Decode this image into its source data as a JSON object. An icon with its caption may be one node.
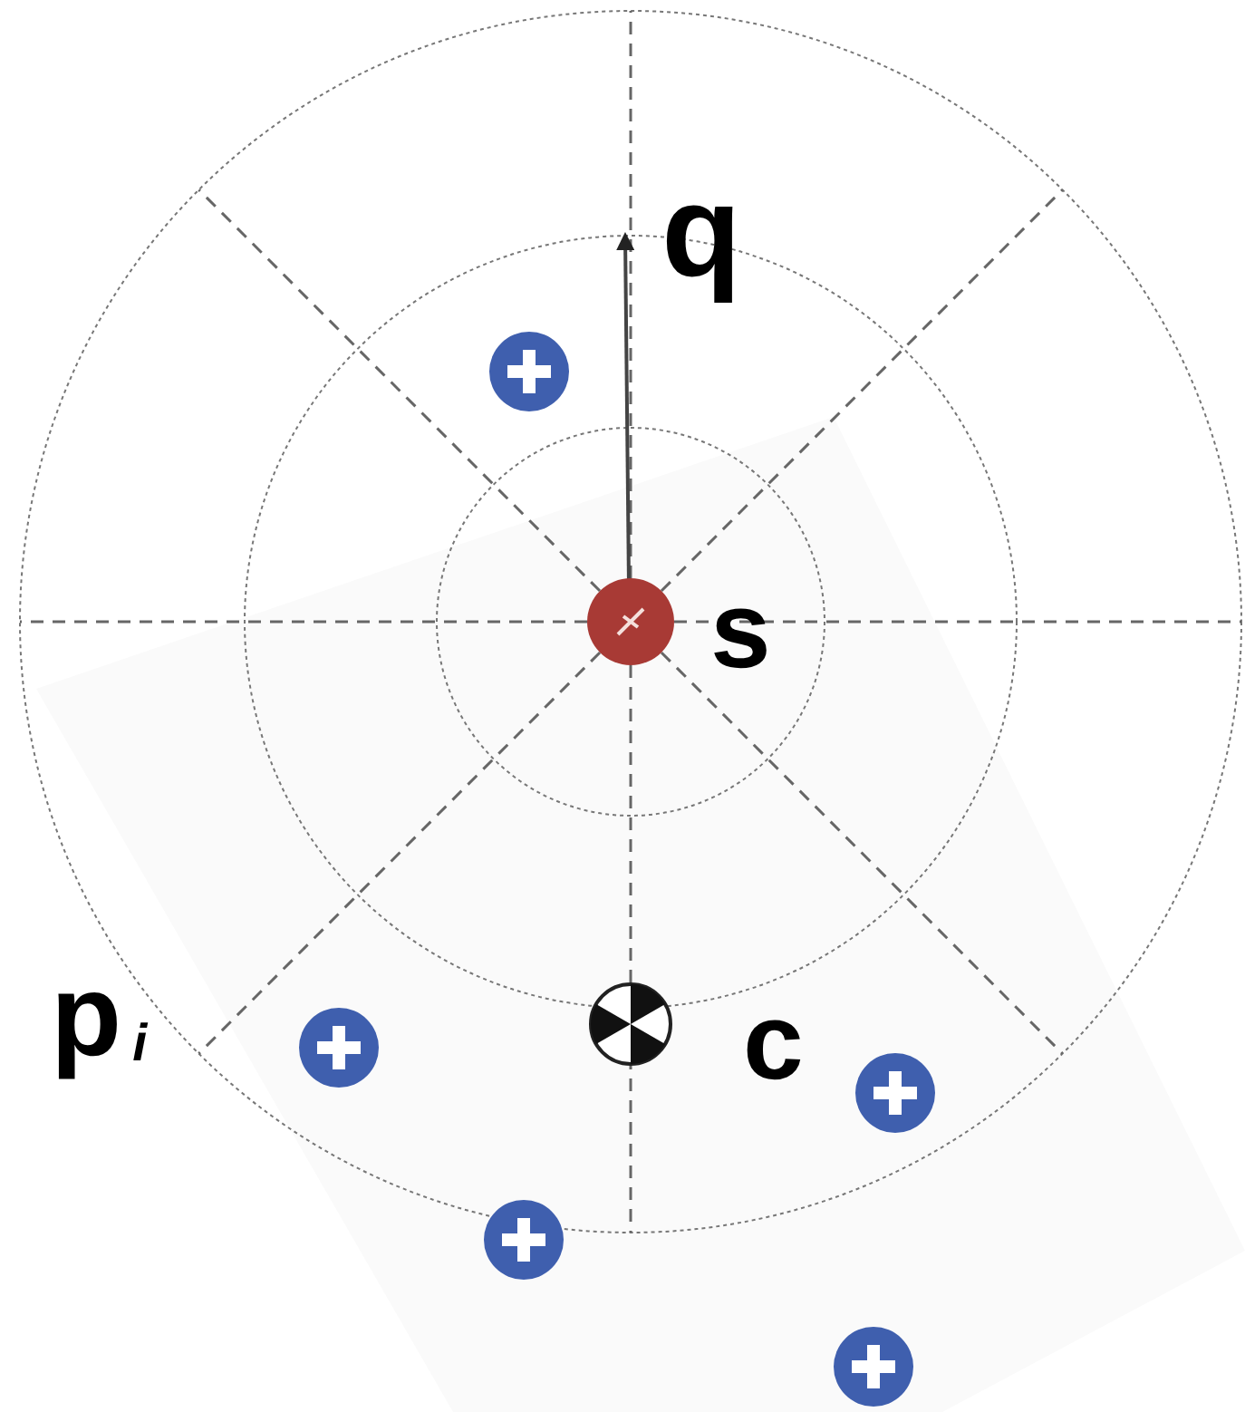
{
  "diagram": {
    "labels": [
      "q",
      "s",
      "p$_{i}$",
      "c"
    ]
  }
}
